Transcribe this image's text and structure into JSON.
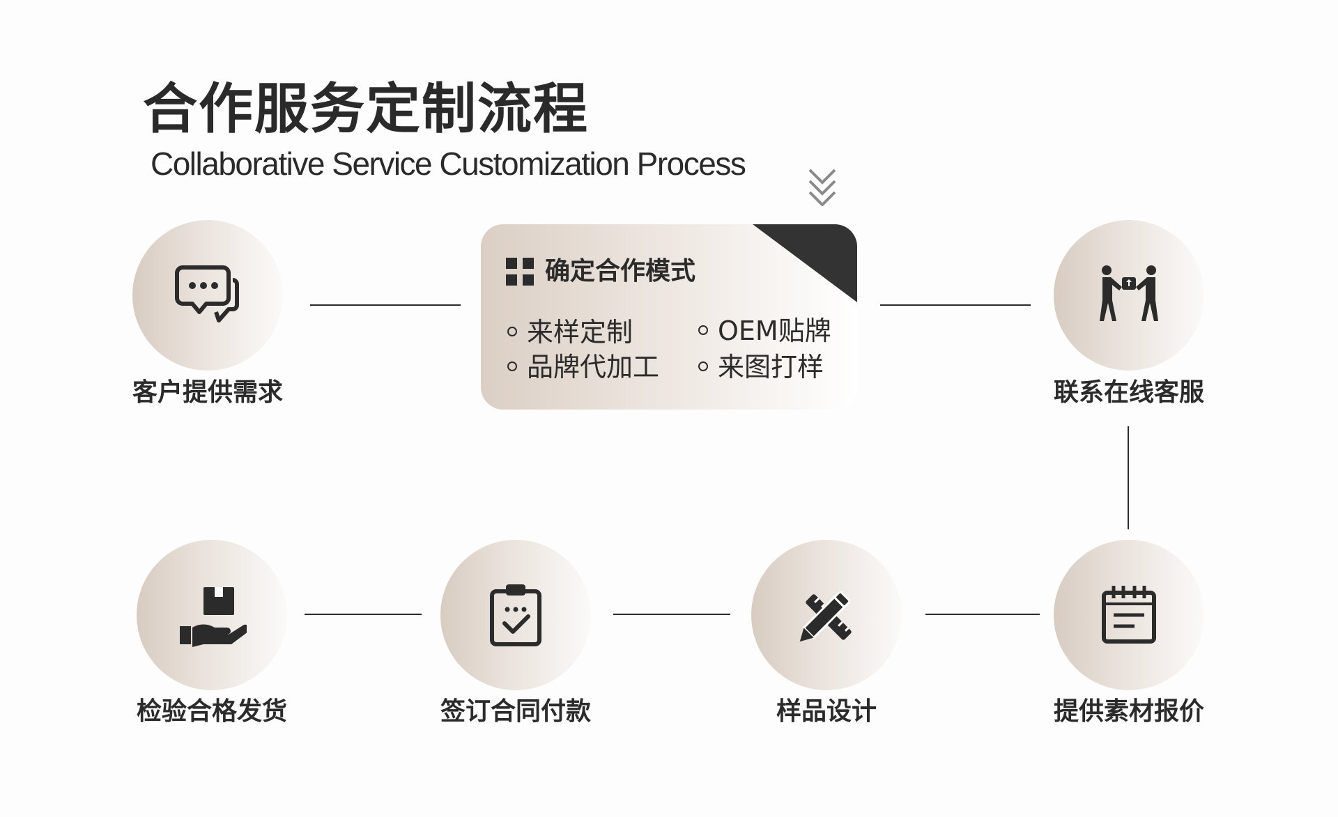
{
  "title": {
    "cn": "合作服务定制流程",
    "en": "Collaborative Service Customization Process"
  },
  "card": {
    "title": "确定合作模式",
    "options": [
      "来样定制",
      "OEM贴牌",
      "品牌代加工",
      "来图打样"
    ]
  },
  "steps": [
    {
      "label": "客户提供需求",
      "icon": "chat-bubbles-icon"
    },
    {
      "label": "联系在线客服",
      "icon": "handover-package-icon"
    },
    {
      "label": "提供素材报价",
      "icon": "calendar-note-icon"
    },
    {
      "label": "样品设计",
      "icon": "pencil-ruler-icon"
    },
    {
      "label": "签订合同付款",
      "icon": "clipboard-check-icon"
    },
    {
      "label": "检验合格发货",
      "icon": "hand-box-icon"
    }
  ],
  "colors": {
    "text": "#2b2b2b",
    "circle_gradient_start": "#d8ccc2",
    "circle_gradient_end": "#fbfaf9",
    "card_corner": "#333333",
    "chevron": "#8a8a8a"
  }
}
